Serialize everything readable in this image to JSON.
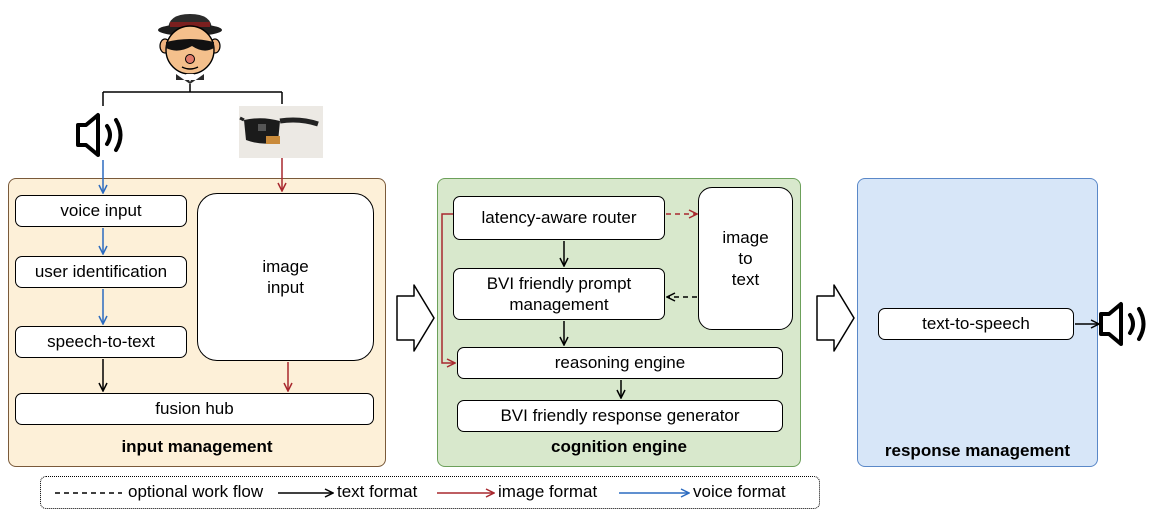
{
  "input_management": {
    "title": "input management",
    "voice_input": "voice input",
    "user_identification": "user identification",
    "speech_to_text": "speech-to-text",
    "image_input_line1": "image",
    "image_input_line2": "input",
    "fusion_hub": "fusion hub"
  },
  "cognition_engine": {
    "title": "cognition engine",
    "latency_router": "latency-aware router",
    "prompt_line1": "BVI friendly prompt",
    "prompt_line2": "management",
    "image_to_text_line1": "image",
    "image_to_text_line2": "to",
    "image_to_text_line3": "text",
    "reasoning_engine": "reasoning engine",
    "response_generator": "BVI friendly response generator"
  },
  "response_management": {
    "title": "response management",
    "text_to_speech": "text-to-speech"
  },
  "legend": {
    "optional": "optional work flow",
    "text": "text format",
    "image": "image format",
    "voice": "voice format"
  },
  "colors": {
    "input_bg": "#fdf0d8",
    "input_border": "#7a5a3a",
    "cognition_bg": "#d8e8cc",
    "cognition_border": "#6ca05a",
    "response_bg": "#d7e6f8",
    "response_border": "#5a88c8",
    "image_flow": "#a8282e",
    "voice_flow": "#2c6bc0",
    "text_flow": "#000000"
  },
  "icons": [
    "user-avatar-icon",
    "speaker-icon",
    "smart-glasses-image",
    "block-arrow-icon"
  ]
}
